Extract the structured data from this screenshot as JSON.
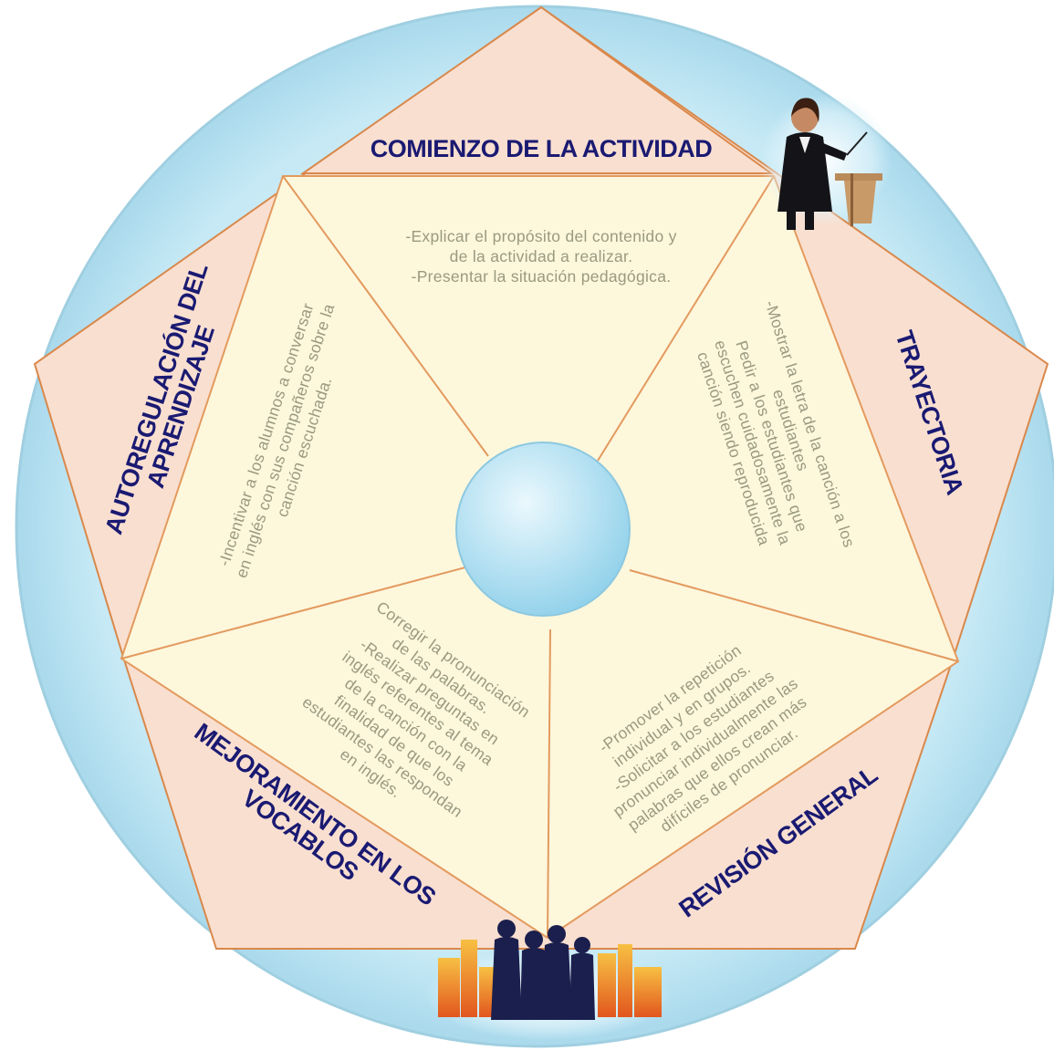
{
  "stages": [
    {
      "title": "COMIENZO DE LA ACTIVIDAD",
      "lines": [
        "-Explicar el propósito del contenido y",
        "de la actividad a realizar.",
        "-Presentar la situación pedagógica."
      ]
    },
    {
      "title": "TRAYECTORIA",
      "lines": [
        "-Mostrar la letra de la canción a los",
        "estudiantes",
        "Pedir a los estudiantes que",
        "escuchen cuidadosamente la",
        "canción siendo reproducida"
      ]
    },
    {
      "title": "REVISIÓN GENERAL",
      "lines": [
        "-Promover la repetición",
        "individual y en grupos.",
        "-Solicitar a los estudiantes",
        "pronunciar individualmente las",
        "palabras que ellos crean más",
        "difíciles de pronunciar."
      ]
    },
    {
      "title_lines": [
        "MEJORAMIENTO EN LOS",
        "VOCABLOS"
      ],
      "lines": [
        "Corregir la pronunciación",
        "de las palabras.",
        "-Realizar  preguntas en",
        "inglés referentes al tema",
        "de la canción con la",
        "finalidad de que los",
        "estudiantes las respondan",
        "en inglés."
      ]
    },
    {
      "title_lines": [
        "AUTOREGULACIÓN DEL",
        "APRENDIZAJE"
      ],
      "lines": [
        "-Incentivar a los alumnos a conversar",
        "en inglés con sus compañeros sobre la",
        "canción escuchada."
      ]
    }
  ],
  "icons": {
    "teacher": "teacher-at-podium-icon",
    "group": "people-group-city-icon"
  },
  "colors": {
    "outer_circle": "#bfe6f3",
    "outer_circle_stroke": "#9fcfe0",
    "outer_pentagon": "#f9dfd0",
    "inner_pentagon": "#fdf7dc",
    "line": "#e39a5e",
    "center": "#aee0f2",
    "title": "#1a1a72",
    "body_text": "#9a9a80"
  }
}
